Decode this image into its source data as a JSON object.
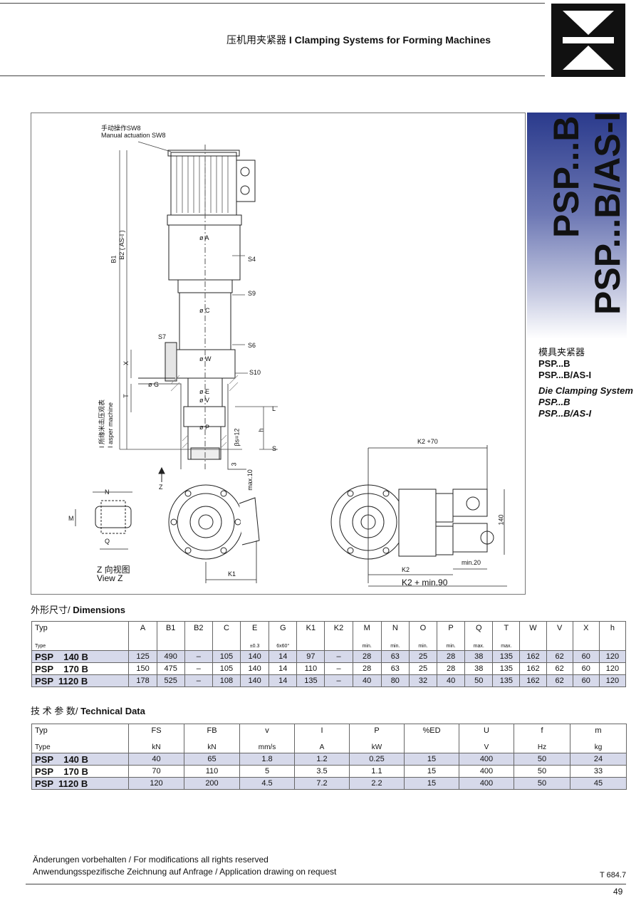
{
  "header": {
    "title_cn": "压机用夹紧器",
    "title_sep": "I",
    "title_en": "Clamping Systems for Forming Machines"
  },
  "side": {
    "vertical_title_1": "PSP...B",
    "vertical_title_2": "PSP...B/AS-I",
    "label_cn": "模具夹紧器",
    "label_psp_b": "PSP...B",
    "label_psp_asi": "PSP...B/AS-I",
    "label_en": "Die Clamping System",
    "label_en_psp_b": "PSP...B",
    "label_en_psp_asi": "PSP...B/AS-I"
  },
  "drawing": {
    "manual_cn": "手动操作SW8",
    "manual_en": "Manual actuation SW8",
    "dA": "ø A",
    "dC": "ø C",
    "dW": "ø W",
    "dG": "ø G",
    "dE": "ø E",
    "dV": "ø V",
    "dP": "ø P",
    "S4": "S4",
    "S9": "S9",
    "S6": "S6",
    "S7": "S7",
    "S10": "S10",
    "B1": "B1",
    "B2": "B2 ( AS-I )",
    "X": "X",
    "T": "T",
    "h": "h",
    "L": "L",
    "S": "S",
    "beta": "βs=12",
    "three": "3",
    "max10": "max.10",
    "Z": "Z",
    "machine_cn": "I 所缘米击压观表",
    "machine_en": "I asper machine",
    "N": "N",
    "M": "M",
    "Q": "Q",
    "view_cn": "Z 向视图",
    "view_en": "View Z",
    "K1": "K1",
    "K2plus70": "K2 +70",
    "dim140": "140",
    "K2": "K2",
    "min20": "min.20",
    "K2min90": "K2 + min.90"
  },
  "dimensions": {
    "title_cn": "外形尺寸/",
    "title_en": "Dimensions",
    "type_label": "Typ",
    "type_label2": "Type",
    "columns": [
      "A",
      "B1",
      "B2",
      "C",
      "E",
      "G",
      "K1",
      "K2",
      "M",
      "N",
      "O",
      "P",
      "Q",
      "T",
      "W",
      "V",
      "X",
      "h"
    ],
    "subs": [
      "",
      "",
      "",
      "",
      "±0.3",
      "6x60°",
      "",
      "",
      "min.",
      "min.",
      "min.",
      "min.",
      "max.",
      "max.",
      "",
      "",
      "",
      ""
    ],
    "rows": [
      {
        "type": "PSP    140 B",
        "values": [
          "125",
          "490",
          "–",
          "105",
          "140",
          "14",
          "97",
          "–",
          "28",
          "63",
          "25",
          "28",
          "38",
          "135",
          "162",
          "62",
          "60",
          "120"
        ]
      },
      {
        "type": "PSP    170 B",
        "values": [
          "150",
          "475",
          "–",
          "105",
          "140",
          "14",
          "110",
          "–",
          "28",
          "63",
          "25",
          "28",
          "38",
          "135",
          "162",
          "62",
          "60",
          "120"
        ]
      },
      {
        "type": "PSP  1120 B",
        "values": [
          "178",
          "525",
          "–",
          "108",
          "140",
          "14",
          "135",
          "–",
          "40",
          "80",
          "32",
          "40",
          "50",
          "135",
          "162",
          "62",
          "60",
          "120"
        ]
      }
    ]
  },
  "technical": {
    "title_cn": "技  术  参  数/",
    "title_en": "Technical Data",
    "type_label": "Typ",
    "type_label2": "Type",
    "columns": [
      "FS",
      "FB",
      "v",
      "I",
      "P",
      "%ED",
      "U",
      "f",
      "m"
    ],
    "units": [
      "kN",
      "kN",
      "mm/s",
      "A",
      "kW",
      "",
      "V",
      "Hz",
      "kg"
    ],
    "rows": [
      {
        "type": "PSP    140 B",
        "values": [
          "40",
          "65",
          "1.8",
          "1.2",
          "0.25",
          "15",
          "400",
          "50",
          "24"
        ]
      },
      {
        "type": "PSP    170 B",
        "values": [
          "70",
          "110",
          "5",
          "3.5",
          "1.1",
          "15",
          "400",
          "50",
          "33"
        ]
      },
      {
        "type": "PSP  1120 B",
        "values": [
          "120",
          "200",
          "4.5",
          "7.2",
          "2.2",
          "15",
          "400",
          "50",
          "45"
        ]
      }
    ]
  },
  "footer": {
    "line1": "Änderungen vorbehalten / For modifications all rights reserved",
    "line2": "Anwendungsspezifische Zeichnung auf Anfrage / Application drawing on request",
    "doc_code": "T 684.7",
    "page_number": "49"
  }
}
